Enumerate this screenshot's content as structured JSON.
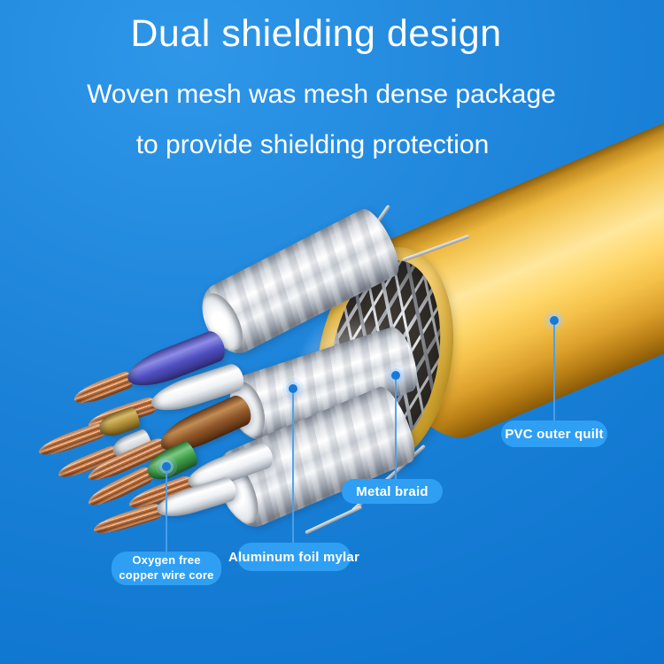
{
  "heading": {
    "title": "Dual shielding design",
    "subtitle_line1": "Woven mesh was mesh dense package",
    "subtitle_line2": "to provide shielding protection"
  },
  "callouts": {
    "pvc": {
      "label": "PVC outer quilt"
    },
    "metal_braid": {
      "label": "Metal braid"
    },
    "aluminum_foil": {
      "label": "Aluminum foil mylar"
    },
    "copper_core": {
      "label_line1": "Oxygen free",
      "label_line2": "copper wire core"
    }
  },
  "cable": {
    "jacket_color": "#F6C050",
    "braid_color": "#C9CCD2",
    "foil_color": "#E8EBEF",
    "copper_color": "#C9825A",
    "wire_sleeve_colors": [
      "#5150C2",
      "#FFFFFF",
      "#B08F38",
      "#D5D9DD",
      "#91582A",
      "#3F9E48",
      "#FFFFFF",
      "#FFFFFF"
    ]
  },
  "colors": {
    "background_top": "#2E94E5",
    "background_bottom": "#0A70CC",
    "label_pill": "#2F9FF3",
    "callout_line": "#4AA0EA",
    "text": "#FFFFFF"
  }
}
